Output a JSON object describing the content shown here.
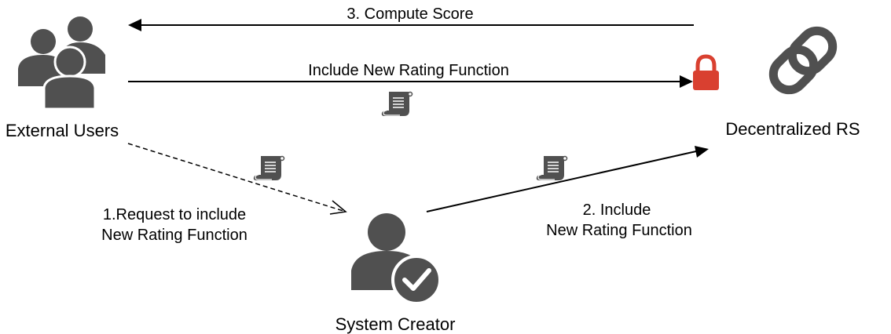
{
  "nodes": {
    "external_users": {
      "label": "External Users",
      "icon": "users-group-icon"
    },
    "decentralized_rs": {
      "label": "Decentralized RS",
      "icon": "chain-link-icon"
    },
    "system_creator": {
      "label": "System Creator",
      "icon": "verified-user-icon"
    }
  },
  "edges": {
    "compute_score": {
      "label": "3. Compute Score"
    },
    "include_new_rating": {
      "label": "Include New Rating Function"
    },
    "request_include": {
      "line1": "1.Request to include",
      "line2": "New Rating Function"
    },
    "creator_include": {
      "line1": "2. Include",
      "line2": "New Rating Function"
    }
  },
  "icons": {
    "lock": "lock-icon",
    "document": "scroll-document-icon"
  },
  "colors": {
    "icon_gray": "#505050",
    "lock_red": "#d94030",
    "line": "#000000"
  }
}
